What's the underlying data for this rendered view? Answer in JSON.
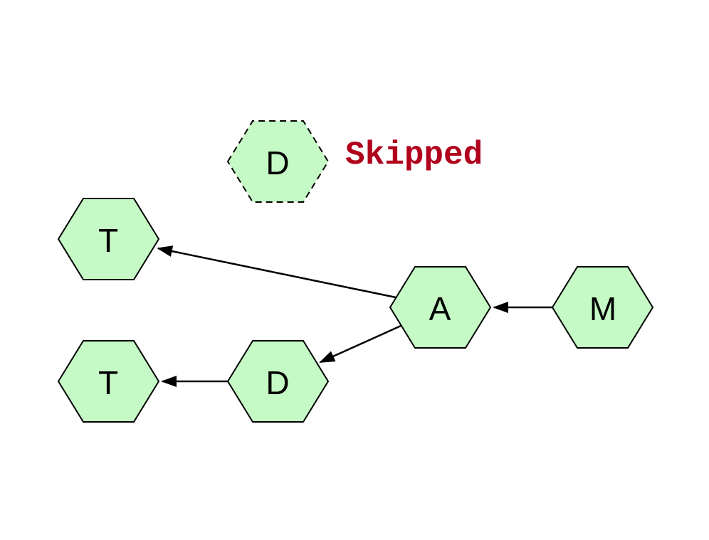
{
  "colors": {
    "node_fill": "#c5f9c5",
    "node_stroke": "#000000",
    "edge": "#000000",
    "legend_text": "#b0001c"
  },
  "legend": {
    "node_label": "D",
    "node_style": "dashed",
    "text": "Skipped"
  },
  "nodes": [
    {
      "id": "t1",
      "label": "T"
    },
    {
      "id": "a",
      "label": "A"
    },
    {
      "id": "m",
      "label": "M"
    },
    {
      "id": "t2",
      "label": "T"
    },
    {
      "id": "d",
      "label": "D"
    }
  ],
  "edges": [
    {
      "from": "m",
      "to": "a"
    },
    {
      "from": "a",
      "to": "t1"
    },
    {
      "from": "a",
      "to": "d"
    },
    {
      "from": "d",
      "to": "t2"
    }
  ]
}
